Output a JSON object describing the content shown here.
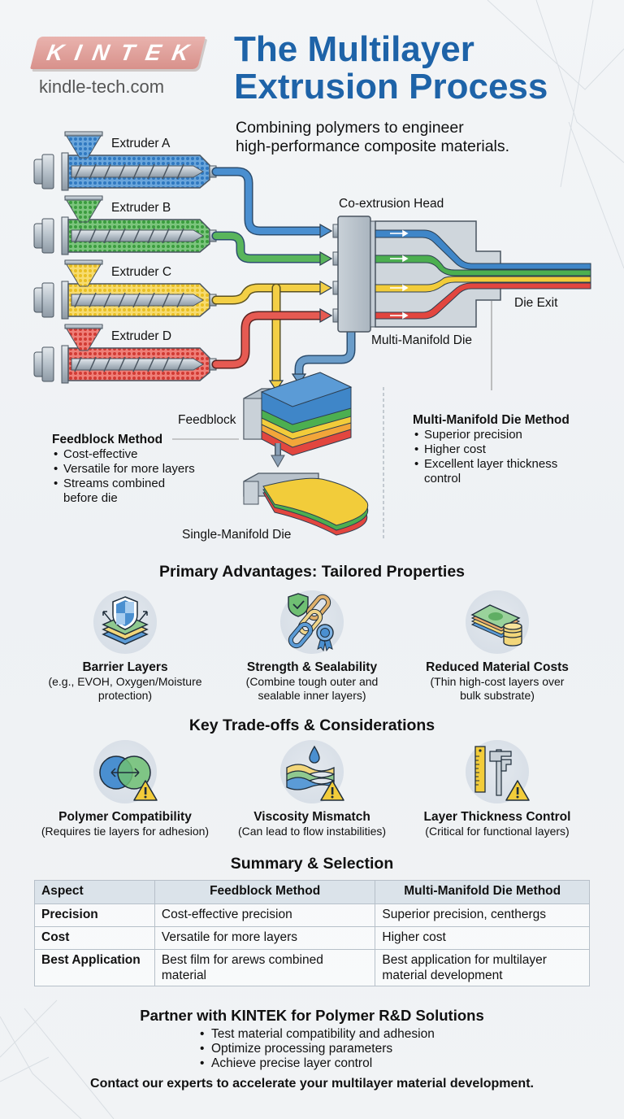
{
  "header": {
    "logo_text": "KINTEK",
    "logo_url": "kindle-tech.com",
    "title": "The Multilayer Extrusion Process",
    "title_line1": "The Multilayer",
    "title_line2": "Extrusion Process",
    "subtitle_line1": "Combining polymers to engineer",
    "subtitle_line2": "high-performance composite materials."
  },
  "diagram": {
    "extruders": [
      {
        "label": "Extruder A",
        "color": "#3f86c8"
      },
      {
        "label": "Extruder B",
        "color": "#4caf50"
      },
      {
        "label": "Extruder C",
        "color": "#f2cc3a"
      },
      {
        "label": "Extruder D",
        "color": "#e2463f"
      }
    ],
    "coextrusion_head_label": "Co-extrusion Head",
    "multi_manifold_die_label": "Multi-Manifold Die",
    "die_exit_label": "Die Exit",
    "feedblock_label": "Feedblock",
    "single_manifold_die_label": "Single-Manifold Die",
    "feedblock_method": {
      "title": "Feedblock Method",
      "bullets": [
        "Cost-effective",
        "Versatile for more layers",
        "Streams combined before die"
      ],
      "bullet3_line1": "Streams combined",
      "bullet3_line2": "before die"
    },
    "multi_manifold_method": {
      "title": "Multi-Manifold Die Method",
      "bullets": [
        "Superior precision",
        "Higher cost",
        "Excellent layer thickness control"
      ],
      "bullet3_line1": "Excellent layer thickness",
      "bullet3_line2": "control"
    }
  },
  "advantages": {
    "title": "Primary Advantages: Tailored Properties",
    "items": [
      {
        "icon": "shield-layers-icon",
        "title": "Barrier Layers",
        "desc_line1": "(e.g., EVOH, Oxygen/Moisture",
        "desc_line2": "protection)"
      },
      {
        "icon": "chain-link-icon",
        "title": "Strength & Sealability",
        "desc_line1": "(Combine tough outer and",
        "desc_line2": "sealable inner layers)"
      },
      {
        "icon": "money-coins-icon",
        "title": "Reduced Material Costs",
        "desc_line1": "(Thin high-cost layers over",
        "desc_line2": "bulk substrate)"
      }
    ]
  },
  "tradeoffs": {
    "title": "Key Trade-offs & Considerations",
    "items": [
      {
        "icon": "overlapping-circles-warning-icon",
        "title": "Polymer Compatibility",
        "desc": "(Requires tie layers for adhesion)"
      },
      {
        "icon": "wave-droplet-warning-icon",
        "title": "Viscosity Mismatch",
        "desc": "(Can lead to flow instabilities)"
      },
      {
        "icon": "ruler-caliper-warning-icon",
        "title": "Layer Thickness Control",
        "desc": "(Critical for functional layers)"
      }
    ]
  },
  "summary": {
    "title": "Summary & Selection",
    "headers": [
      "Aspect",
      "Feedblock Method",
      "Multi-Manifold Die Method"
    ],
    "rows": [
      [
        "Precision",
        "Cost-effective precision",
        "Superior precision, centhergs"
      ],
      [
        "Cost",
        "Versatile for more layers",
        "Higher cost"
      ],
      [
        "Best Application",
        "Best  film for arews combined material",
        "Best application for multilayer material development"
      ]
    ]
  },
  "cta": {
    "title": "Partner with KINTEK for Polymer R&D Solutions",
    "bullets": [
      "Test material compatibility and adhesion",
      "Optimize processing parameters",
      "Achieve precise layer control"
    ],
    "footer": "Contact our experts to accelerate your multilayer material development."
  },
  "colors": {
    "title_blue": "#1e63a8",
    "blue": "#3f86c8",
    "green": "#4caf50",
    "yellow": "#f2cc3a",
    "red": "#e2463f",
    "steel": "#b9c3cc",
    "logo_red": "#d8918b"
  }
}
